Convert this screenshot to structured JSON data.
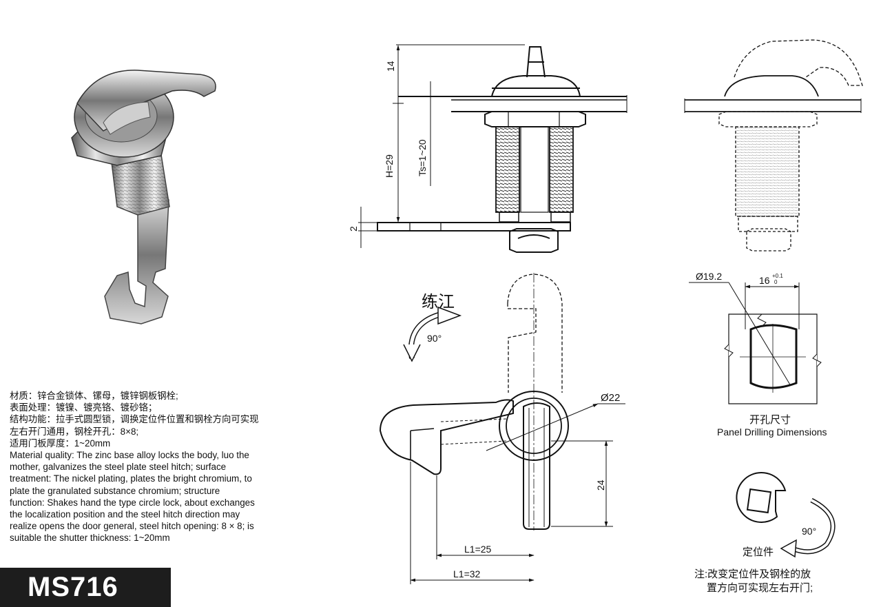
{
  "model": "MS716",
  "spec_cn": [
    "材质：锌合金锁体、镙母，镀锌钢板钢栓;",
    "表面处理：镀镍、镀亮铬、镀砂铬；",
    "结构功能：拉手式圆型锁，调换定位件位置和钢栓方向可实现",
    "左右开门通用，钢栓开孔：8×8;",
    "适用门板厚度：1~20mm"
  ],
  "spec_en": [
    "Material quality: The zinc base alloy locks the body, luo the",
    "mother, galvanizes the steel plate steel hitch; surface",
    "treatment: The nickel plating, plates the bright chromium, to",
    "plate the granulated substance chromium; structure",
    "function: Shakes hand the type circle lock, about exchanges",
    "the localization position and the steel hitch direction may",
    "realize opens the door general, steel hitch opening: 8 × 8; is",
    "suitable the shutter thickness: 1~20mm"
  ],
  "dims": {
    "top": "14",
    "height": "H=29",
    "thickness": "Ts=1~20",
    "plate": "2",
    "dia22": "Ø22",
    "d24": "24",
    "l1_25": "L1=25",
    "l1_32": "L1=32",
    "dia19": "Ø19.2",
    "w16": "16",
    "w16_tol_up": "+0.1",
    "w16_tol_low": "0",
    "rot_left": "90°",
    "rot_right": "90°"
  },
  "brand": "练江",
  "panel_drilling_cn": "开孔尺寸",
  "panel_drilling_en": "Panel Drilling Dimensions",
  "positioner_label": "定位件",
  "note_lines": [
    "注:改变定位件及钢栓的放",
    "置方向可实现左右开门;"
  ]
}
